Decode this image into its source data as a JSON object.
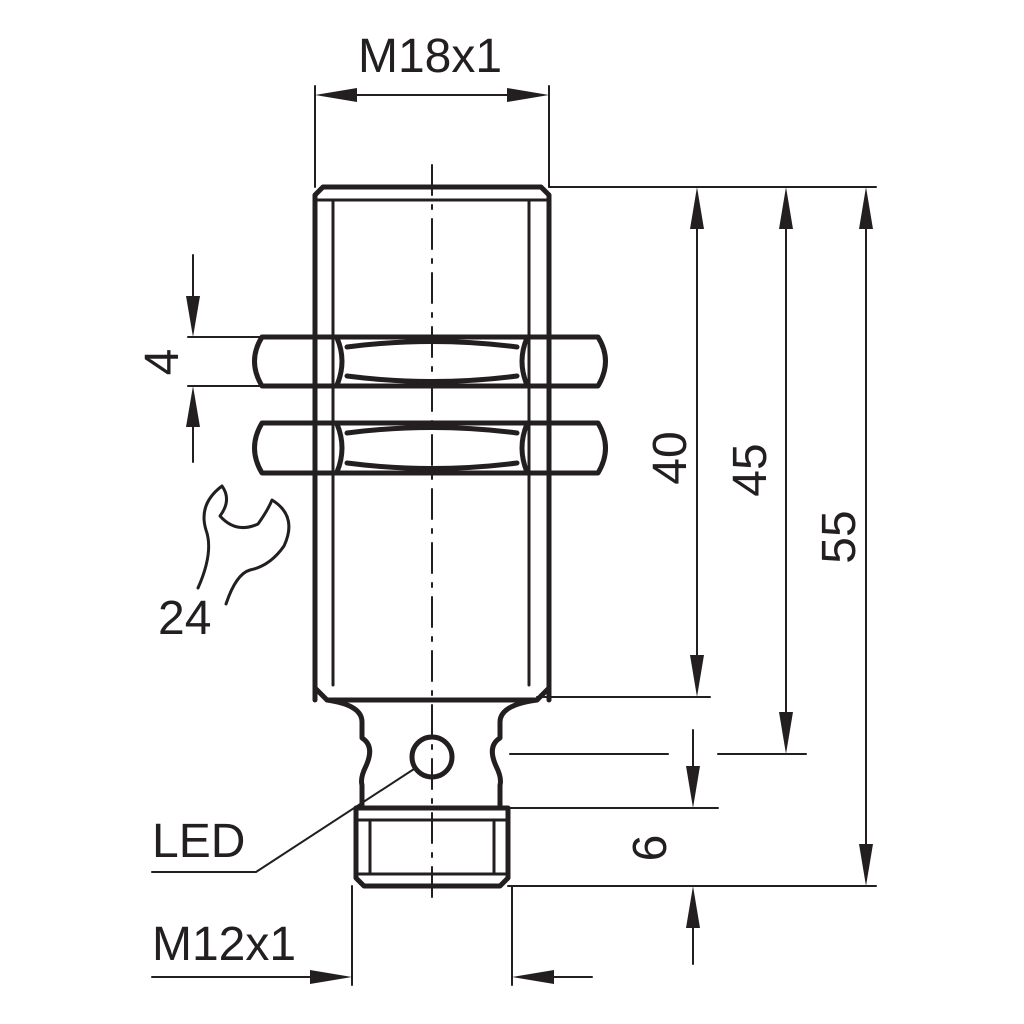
{
  "labels": {
    "thread_main": "M18x1",
    "thread_connector": "M12x1",
    "wrench_size": "24",
    "led": "LED",
    "nut_height": "4",
    "dim_40": "40",
    "dim_45": "45",
    "dim_55": "55",
    "dim_6": "6"
  },
  "colors": {
    "line": "#231f20",
    "background": "#ffffff"
  },
  "icons": {
    "wrench": "wrench-icon"
  }
}
